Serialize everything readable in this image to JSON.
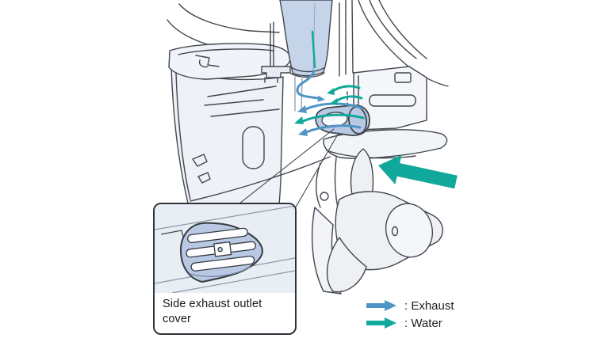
{
  "callout": {
    "label_line1": "Side exhaust outlet",
    "label_line2": "cover"
  },
  "legend": {
    "items": [
      {
        "name": "exhaust",
        "icon": "arrow-right-icon",
        "label": ": Exhaust",
        "color": "#4e94c4"
      },
      {
        "name": "water",
        "icon": "arrow-right-icon",
        "label": ": Water",
        "color": "#10a89a"
      }
    ]
  },
  "colors": {
    "exhaust_flow": "#4e94c4",
    "water_flow": "#10a89a",
    "exhaust_tube_fill": "#c5d4e8",
    "outlet_cover_fill": "#b9c9e4",
    "body_fill": "#eef1f5",
    "outline": "#41464f",
    "callout_panel_bg": "#e9eef5",
    "background": "#ffffff"
  }
}
